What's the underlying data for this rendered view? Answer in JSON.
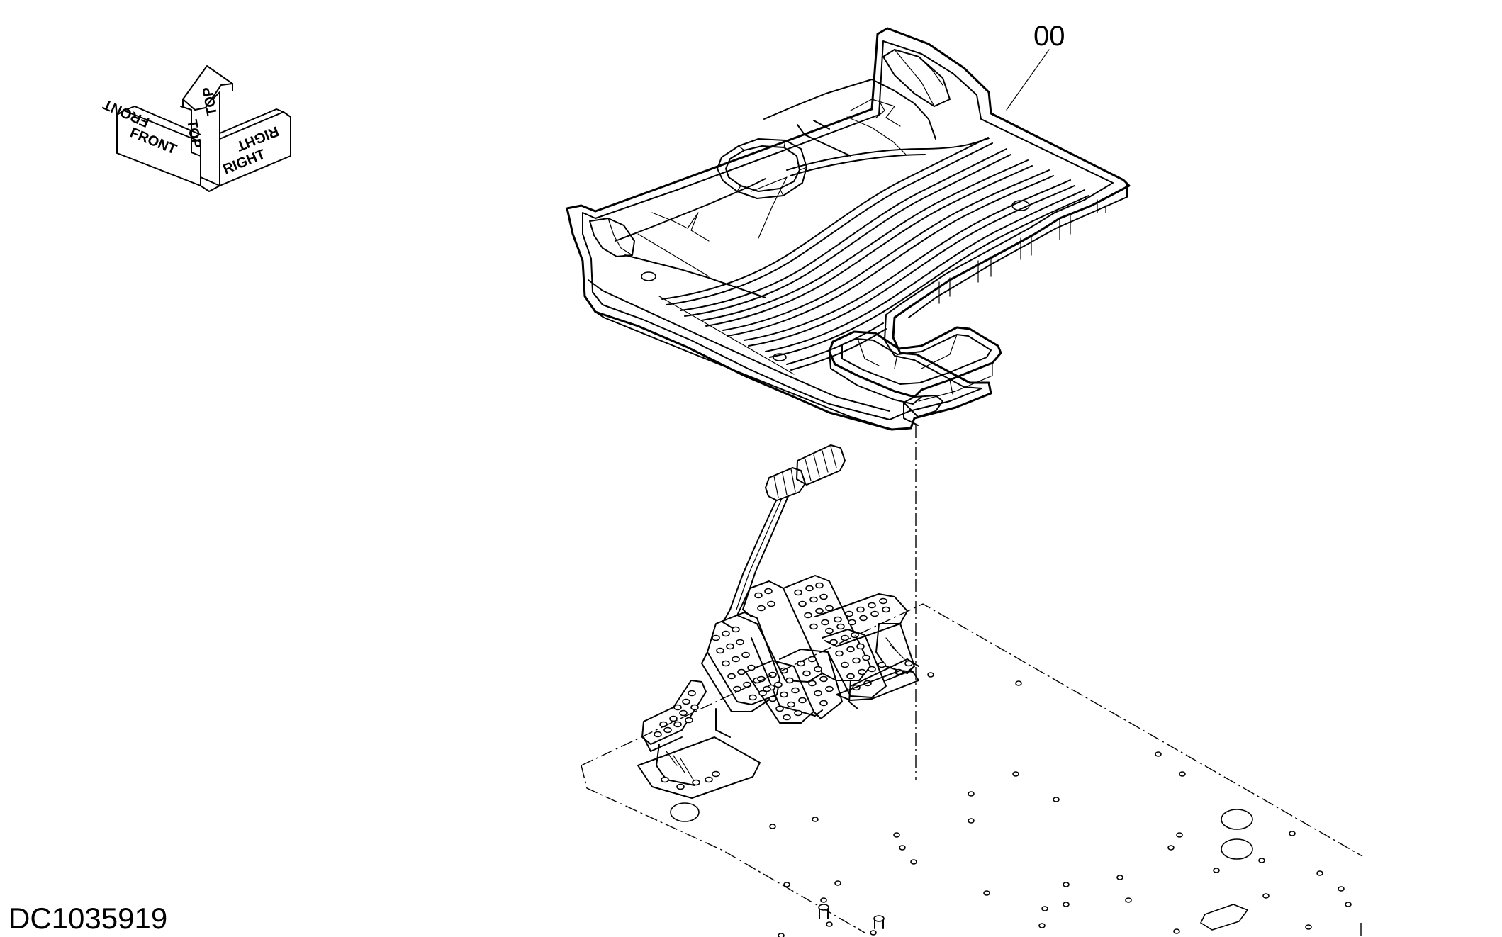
{
  "callout": {
    "label": "00"
  },
  "drawing_code": "DC1035919",
  "orientation": {
    "front": "FRONT",
    "top": "TOP",
    "right": "RIGHT"
  }
}
